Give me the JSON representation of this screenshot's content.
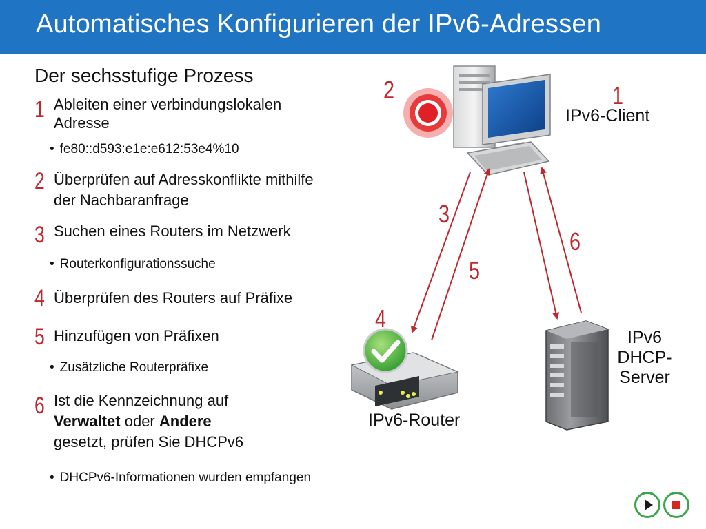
{
  "title": "Automatisches Konfigurieren der IPv6-Adressen",
  "subtitle": "Der sechsstufige Prozess",
  "steps": [
    {
      "num": "1",
      "lines": [
        "Ableiten einer verbindungslokalen",
        "Adresse"
      ],
      "bullet": "fe80::d593:e1e:e612:53e4%10"
    },
    {
      "num": "2",
      "lines": [
        "Überprüfen auf Adresskonflikte mithilfe",
        "der Nachbaranfrage"
      ]
    },
    {
      "num": "3",
      "lines": [
        "Suchen eines Routers im Netzwerk"
      ],
      "bullet": "Routerkonfigurationssuche"
    },
    {
      "num": "4",
      "lines": [
        "Überprüfen des Routers auf Präfixe"
      ]
    },
    {
      "num": "5",
      "lines": [
        "Hinzufügen von Präfixen"
      ],
      "bullet": "Zusätzliche Routerpräfixe"
    },
    {
      "num": "6",
      "line1": "Ist die Kennzeichnung auf",
      "bold1": "Verwaltet",
      "mid": " oder ",
      "bold2": "Andere",
      "line3": "gesetzt, prüfen Sie DHCPv6",
      "bullet": "DHCPv6-Informationen wurden empfangen"
    }
  ],
  "diagram": {
    "client_label": "IPv6-Client",
    "router_label": "IPv6-Router",
    "server_label_lines": [
      "IPv6",
      "DHCP-",
      "Server"
    ],
    "numbers": [
      "1",
      "2",
      "3",
      "4",
      "5",
      "6"
    ]
  },
  "colors": {
    "title_bar": "#1f74c4",
    "accent_red": "#c0282e",
    "arrow": "#c0282e",
    "nav_green": "#3aa64a"
  },
  "nav": {
    "play_icon": "play-icon",
    "stop_icon": "stop-icon"
  }
}
